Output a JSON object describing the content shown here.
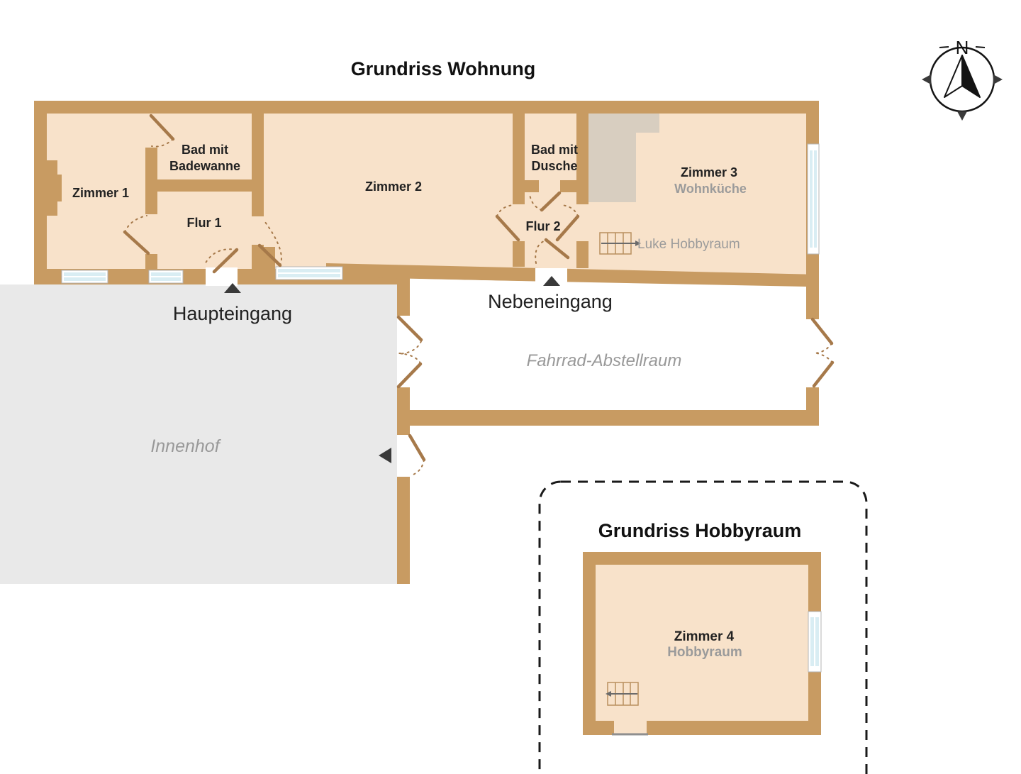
{
  "colors": {
    "wall": "#C89B62",
    "room_fill": "#F8E2CA",
    "annex_fill": "#D8CEC0",
    "courtyard_fill": "#E9E9E9",
    "door": "#A6794A",
    "window_glass": "#D9EDF3",
    "text_dark": "#1E1E1E",
    "text_gray": "#9B9B9B"
  },
  "compass": {
    "north_label": "N"
  },
  "wohnung": {
    "title": "Grundriss Wohnung",
    "rooms": {
      "zimmer1": {
        "label": "Zimmer 1"
      },
      "bad_badewanne": {
        "line1": "Bad mit",
        "line2": "Badewanne"
      },
      "flur1": {
        "label": "Flur 1"
      },
      "zimmer2": {
        "label": "Zimmer 2"
      },
      "bad_dusche": {
        "line1": "Bad mit",
        "line2": "Dusche"
      },
      "flur2": {
        "label": "Flur 2"
      },
      "zimmer3": {
        "label": "Zimmer 3",
        "sublabel": "Wohnküche"
      }
    },
    "hatch_label": "Luke Hobbyraum",
    "main_entrance": "Haupteingang",
    "side_entrance": "Nebeneingang",
    "bike_room": "Fahrrad-Abstellraum",
    "courtyard": "Innenhof"
  },
  "hobby": {
    "title": "Grundriss Hobbyraum",
    "room": {
      "label": "Zimmer 4",
      "sublabel": "Hobbyraum"
    }
  }
}
